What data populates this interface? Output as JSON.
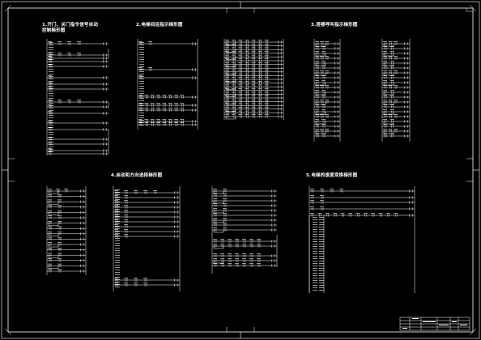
{
  "sections": [
    {
      "id": "s1",
      "title_line1": "1.开门、关门指令信号自动",
      "title_line2": "控制梯形图"
    },
    {
      "id": "s2",
      "title_line1": "2.电梯间运指示梯形图"
    },
    {
      "id": "s3",
      "title_line1": "3.层楼呼叫指示梯形图"
    },
    {
      "id": "s4",
      "title_line1": "4.启动和方向选择梯形图"
    },
    {
      "id": "s5",
      "title_line1": "5.电梯的速度变换梯形图"
    }
  ],
  "title_block": {
    "rows": 4
  },
  "colors": {
    "background": "#000000",
    "lines": "#ffffff",
    "text": "#ffffff"
  }
}
